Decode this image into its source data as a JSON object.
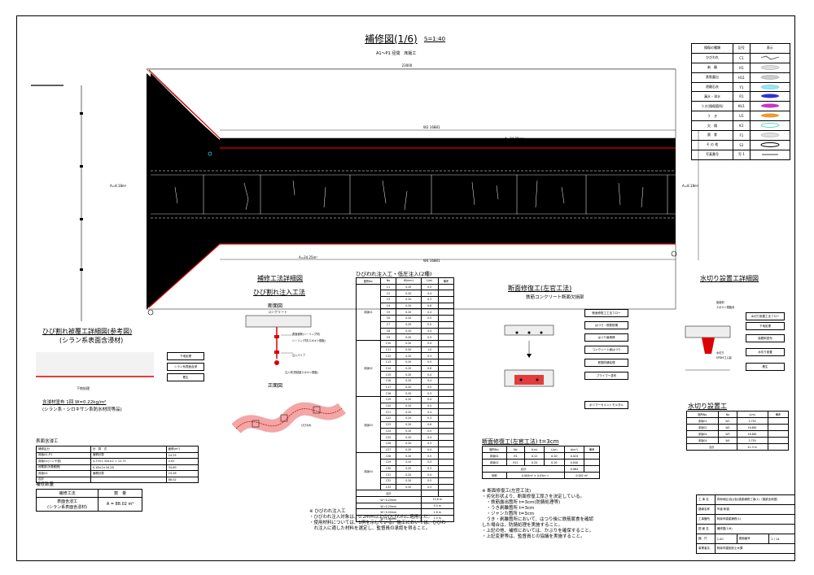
{
  "title": "補修図(1/6)",
  "scale": "S=1:40",
  "subtitle": "A1〜P1 径間　床版工",
  "legend": {
    "headers": [
      "損傷の種類",
      "記号",
      "表示"
    ],
    "rows": [
      {
        "name": "ひびわれ",
        "code": "C1",
        "color": "#ffffff"
      },
      {
        "name": "剥　離",
        "code": "H1",
        "color": "#dddddd"
      },
      {
        "name": "鉄筋露出",
        "code": "H11",
        "color": "#d0d0d0"
      },
      {
        "name": "遊離石灰",
        "code": "Y1",
        "color": "#9fe3f0"
      },
      {
        "name": "漏水・滞水",
        "code": "R1",
        "color": "#3333cc"
      },
      {
        "name": "うき(損傷箇所)",
        "code": "KU1",
        "color": "#cc33cc"
      },
      {
        "name": "う　き",
        "code": "U1",
        "color": "#e89b2f"
      },
      {
        "name": "欠　損",
        "code": "K1",
        "color": "#33cccc"
      },
      {
        "name": "腐　食",
        "code": "F1",
        "color": "#e0e0e0"
      },
      {
        "name": "そ の 他",
        "code": "S1",
        "color": "#ffffff"
      },
      {
        "name": "写真番号",
        "code": "写-1",
        "color": "#000000"
      }
    ]
  },
  "plan": {
    "dim_top": "23000",
    "label_a": "A=8.18m²",
    "label_b": "A=34.26m²",
    "label_c": "A=24.25m²",
    "label_d": "A=34.28m²",
    "label_e": "A=8.18m²",
    "dim_w1": "W2 16881",
    "dim_w2": "W4 16881"
  },
  "detail_title": "補修工法詳細図",
  "inject": {
    "title": "ひび割れ注入工法",
    "section": "断面図",
    "front": "正面図",
    "concrete": "コンクリート",
    "labels": [
      "表面被覆(シーリング材)",
      "シーリング材(エポキシ樹脂)",
      "注入パイプ",
      "注入材(低粘度エポキシ樹脂)"
    ],
    "front_label": "ひびわれ"
  },
  "crack_detail": {
    "title": "ひび割れ被覆工詳細図(参考図)",
    "subtitle": "(シラン系表面含浸材)",
    "base": "下地処理",
    "material": "含浸材塗布 1回 W=0.22kg/m²",
    "material2": "(シラン系・シロキサン系防水材同等品)",
    "flow": [
      "下地処理",
      "シラン系表面含浸",
      "養生"
    ]
  },
  "crack_table": {
    "title": "ひびわれ注入工・低圧注入(2種)",
    "headers": [
      "箇所No.",
      "No",
      "W(mm)",
      "L(m)",
      "備考"
    ],
    "groups": [
      "床版01",
      "床版02",
      "床版03",
      "床版04"
    ],
    "rows": [
      [
        "C1",
        "0.20",
        "0.5"
      ],
      [
        "C2",
        "0.20",
        "0.4"
      ],
      [
        "C3",
        "0.20",
        "0.3"
      ],
      [
        "C4",
        "0.20",
        "0.6"
      ],
      [
        "C5",
        "0.20",
        "0.4"
      ],
      [
        "C6",
        "0.20",
        "0.5"
      ],
      [
        "C7",
        "0.20",
        "0.5"
      ],
      [
        "C8",
        "0.20",
        "0.4"
      ],
      [
        "C9",
        "0.20",
        "0.3"
      ],
      [
        "C10",
        "0.20",
        "0.4"
      ],
      [
        "C11",
        "0.50",
        "1.0"
      ],
      [
        "C12",
        "0.20",
        "0.3"
      ],
      [
        "C13",
        "0.20",
        "0.5"
      ],
      [
        "C14",
        "0.20",
        "0.6"
      ],
      [
        "C15",
        "0.20",
        "0.4"
      ],
      [
        "C16",
        "0.20",
        "0.4"
      ],
      [
        "C17",
        "0.20",
        "0.5"
      ],
      [
        "C18",
        "0.20",
        "0.3"
      ],
      [
        "C19",
        "0.20",
        "0.4"
      ],
      [
        "C20",
        "0.20",
        "0.5"
      ],
      [
        "C21",
        "0.20",
        "0.4"
      ],
      [
        "C22",
        "0.20",
        "0.3"
      ],
      [
        "C23",
        "0.20",
        "0.6"
      ],
      [
        "C24",
        "0.20",
        "0.5"
      ],
      [
        "C25",
        "0.20",
        "0.4"
      ],
      [
        "C26",
        "0.20",
        "0.3"
      ],
      [
        "C27",
        "0.20",
        "0.4"
      ],
      [
        "C28",
        "0.20",
        "0.5"
      ],
      [
        "C29",
        "0.20",
        "0.4"
      ],
      [
        "C30",
        "0.20",
        "0.3"
      ],
      [
        "C31",
        "0.20",
        "0.4"
      ],
      [
        "C32",
        "0.20",
        "0.5"
      ],
      [
        "C33",
        "0.20",
        "0.3"
      ]
    ],
    "total_label": "合計",
    "summary": [
      [
        "W＜0.20mm",
        "13.6 m"
      ],
      [
        "W＝0.20mm",
        "5.5 m"
      ],
      [
        "W＜0.50mm",
        "1.6 m"
      ],
      [
        "W＜0.50mm",
        "1.0 m"
      ]
    ]
  },
  "section_repair": {
    "title": "断面修復工(左官工法)",
    "subtitle": "鉄筋コンクリート断面欠損部",
    "table_title": "断面修復工(左官工法) t=3cm",
    "headers": [
      "箇所No.",
      "No",
      "t(m)",
      "L(m)",
      "A(m²)",
      "備考"
    ],
    "rows": [
      [
        "床版01",
        "H1",
        "0.12",
        "0.20",
        "0.024"
      ],
      [
        "床版01",
        "H11",
        "0.20",
        "0.20",
        "0.040"
      ]
    ],
    "total": [
      "合計",
      "",
      "",
      "",
      "0.064"
    ],
    "sum": [
      "体積",
      "0.064m² × 0.03m =",
      "0.002 m³"
    ],
    "flow": [
      "断面修復工工法フロー",
      "はつり・鉄筋防錆",
      "はつり面清掃",
      "コンクリート面はつり",
      "鉄筋防錆処理",
      "プライマー塗布",
      "ポリマーセメントモルタル"
    ]
  },
  "water_cut": {
    "title": "水切り設置工詳細図",
    "labels": [
      "接着剤",
      "エポキシ樹脂系",
      "水切り",
      "EPDMゴム製"
    ],
    "flow": [
      "水切り設置工法フロー",
      "下地処理",
      "接着剤塗布",
      "水切り設置",
      "養生"
    ],
    "table_title": "水切り設置工",
    "headers": [
      "箇所No.",
      "No",
      "L(m)",
      "備考"
    ],
    "rows": [
      [
        "床版01",
        "W1",
        "3.750"
      ],
      [
        "床版02",
        "W2",
        "16.881"
      ],
      [
        "床版04",
        "W3",
        "16.881"
      ],
      [
        "床版04",
        "W4",
        "3.750"
      ]
    ],
    "total": [
      "合計",
      "",
      "41.3 m"
    ]
  },
  "surface_table": {
    "title": "表面含浸工",
    "headers": [
      "補修区分",
      "計　算　式",
      "面積(m²)"
    ],
    "rows": [
      [
        "床版A1-P1",
        "面積計算",
        "24.25"
      ],
      [
        "床版01(ハンチ部)",
        "4.73×1.344×2 = 12.71",
        "4.02"
      ],
      [
        "地覆部(対象範囲)",
        "0.18×2×34.28",
        "34.69"
      ],
      [
        "床版04",
        "面積計算",
        "24.26"
      ],
      [
        "合計",
        "",
        "88.02"
      ]
    ]
  },
  "qty": {
    "title": "補修数量",
    "headers": [
      "補修工法",
      "数　量"
    ],
    "method": "表面含浸工",
    "method2": "(シラン系表面含浸材)",
    "value": "A = 88.02 m²"
  },
  "notes_inject": {
    "head": "※ ひびわれ注入工",
    "lines": [
      "・ひびわれ注入対象は、0.2mm以上のひびわれに適用した。",
      "・使用材料については、1例を示している。施工においては、ひびわ",
      "　れ注入に適した材料を選定し、監督員の承認を得ること。"
    ]
  },
  "notes_section": {
    "head": "※ 断面修復工(左官工法)",
    "lines": [
      "・劣化形状より、断面修復工厚さを決定している。",
      "　・鉄筋露出箇所 t=3cm(防錆処理等)",
      "　・うき剥離箇所 t=3cm",
      "　・ジャンカ箇所 t=3cm",
      "　うき・剥離箇所において、はつり後に鉄筋腐食を確認",
      "した場合は、防錆処理を実施すること。",
      "・上記の他、補修においては、かぶりを確保すること。",
      "・上記変更等は、監督員との協議を実施すること。"
    ]
  },
  "titleblock": {
    "rows": [
      [
        "工 事 名",
        "同和地区(仮)(仮)橋梁補修工事(1)（橋梁全体図）"
      ],
      [
        "路線名称",
        "市道 和橋"
      ],
      [
        "工事箇所",
        "阿南市橋梁補修(1)"
      ],
      [
        "図 面 名",
        "補修図(1/6)"
      ],
      [
        "縮　尺",
        "1:40",
        "図面番号",
        "2 / 14"
      ],
      [
        "事業者名",
        "阿南市建設部土木課"
      ]
    ]
  }
}
